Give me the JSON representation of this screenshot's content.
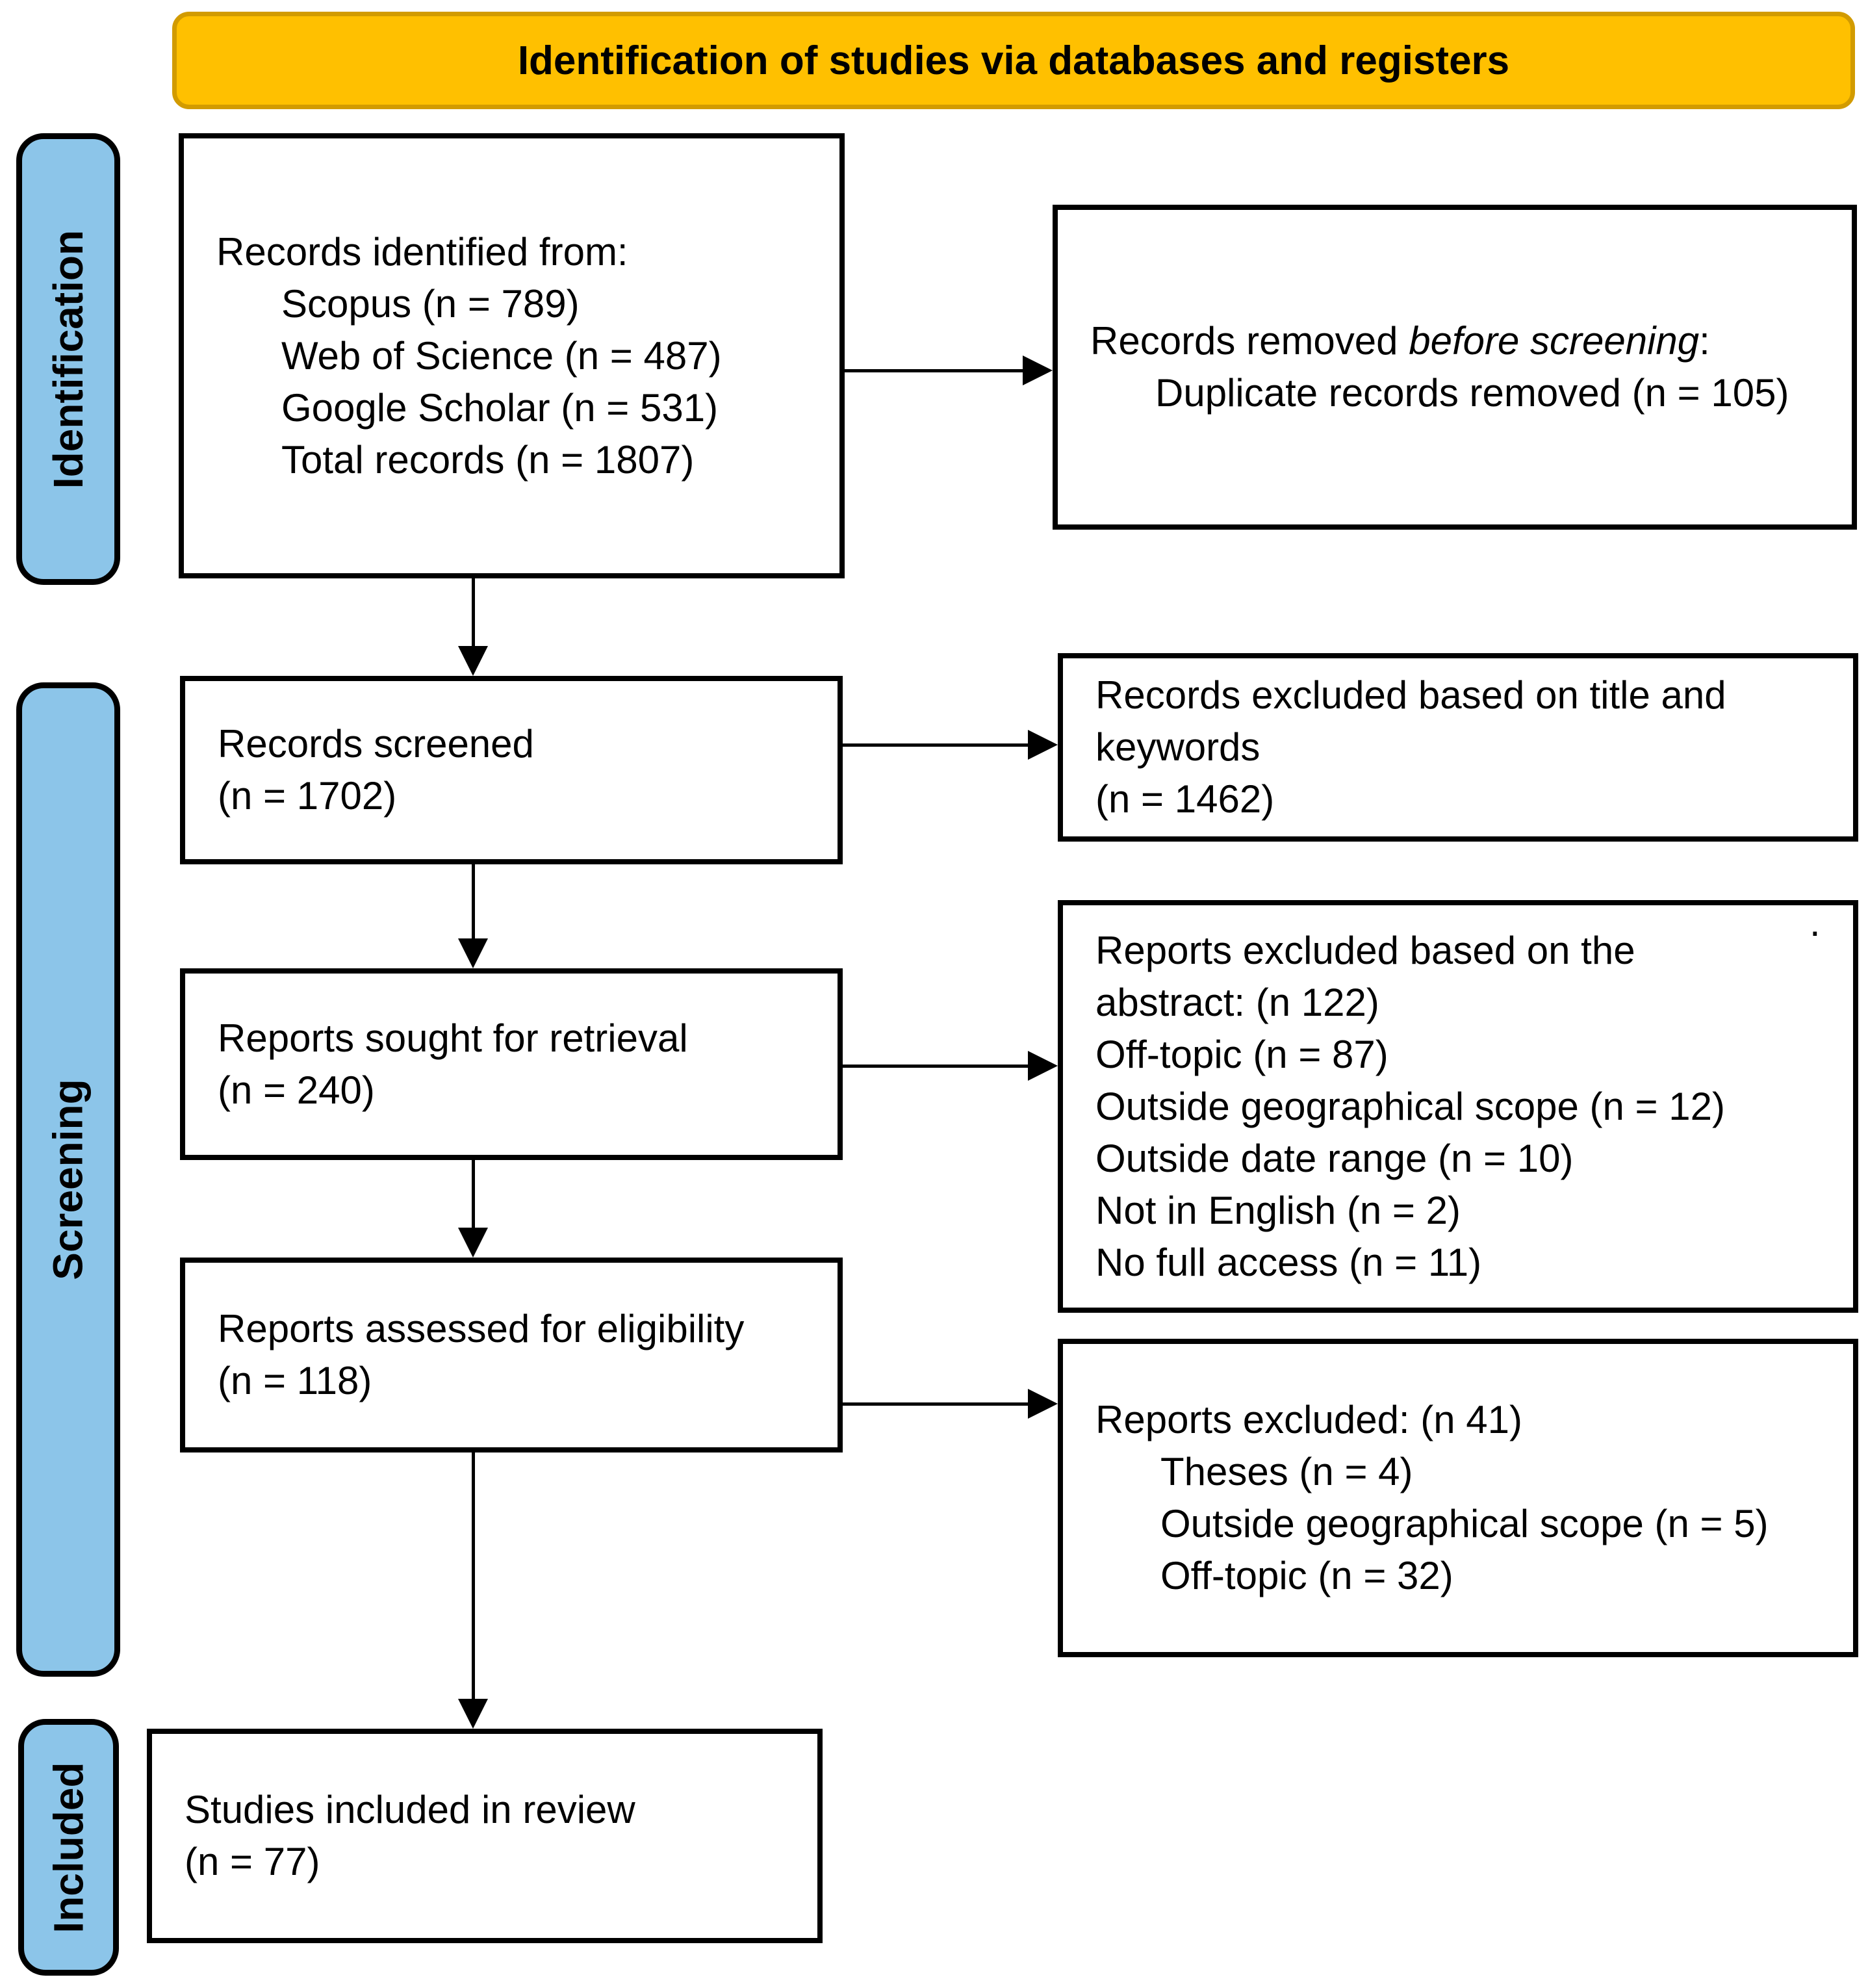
{
  "header": {
    "title": "Identification of studies via databases and registers"
  },
  "sidebar": {
    "items": [
      {
        "label": "Identification"
      },
      {
        "label": "Screening"
      },
      {
        "label": "Included"
      }
    ]
  },
  "boxes": {
    "identified": {
      "title": "Records identified from:",
      "items": [
        "Scopus (n = 789)",
        "Web of Science (n = 487)",
        "Google Scholar (n = 531)",
        "Total records (n = 1807)"
      ]
    },
    "removed": {
      "prefix": "Records removed ",
      "emphasis": "before screening",
      "suffix": ":",
      "items": [
        "Duplicate records removed (n = 105)"
      ]
    },
    "screened": {
      "lines": [
        "Records screened",
        "(n = 1702)"
      ]
    },
    "excluded_title": {
      "lines": [
        "Records excluded based on title and",
        "keywords",
        "(n = 1462)"
      ]
    },
    "sought": {
      "lines": [
        "Reports sought for retrieval",
        "(n = 240)"
      ]
    },
    "excluded_abstract": {
      "lines": [
        "Reports excluded based on the",
        "abstract: (n 122)",
        "Off-topic (n = 87)",
        "Outside geographical scope (n = 12)",
        "Outside date range (n = 10)",
        "Not in English (n = 2)",
        "No full access (n = 11)"
      ]
    },
    "assessed": {
      "lines": [
        "Reports assessed for eligibility",
        "(n = 118)"
      ]
    },
    "excluded_reports": {
      "title": "Reports excluded: (n 41)",
      "items": [
        "Theses (n = 4)",
        "Outside geographical scope (n = 5)",
        "Off-topic (n = 32)"
      ]
    },
    "included": {
      "lines": [
        "Studies included in review",
        "(n = 77)"
      ]
    }
  },
  "artifacts": {
    "stray_dot": "."
  },
  "colors": {
    "banner_fill": "#FFC000",
    "banner_border": "#D29B00",
    "stage_fill": "#8CC5E9",
    "stage_border": "#000000",
    "box_border": "#000000",
    "text": "#000000"
  }
}
